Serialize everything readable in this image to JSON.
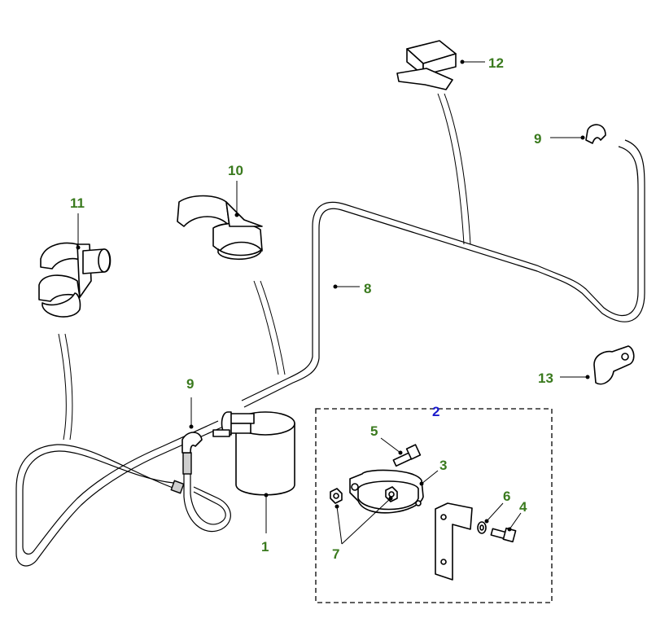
{
  "colors": {
    "label_green": "#3a7a1e",
    "label_blue": "#1a1acc",
    "line": "#000000"
  },
  "callouts": [
    {
      "id": "c1",
      "text": "1"
    },
    {
      "id": "c2",
      "text": "2"
    },
    {
      "id": "c3",
      "text": "3"
    },
    {
      "id": "c4",
      "text": "4"
    },
    {
      "id": "c5",
      "text": "5"
    },
    {
      "id": "c6",
      "text": "6"
    },
    {
      "id": "c7",
      "text": "7"
    },
    {
      "id": "c8",
      "text": "8"
    },
    {
      "id": "c9a",
      "text": "9"
    },
    {
      "id": "c9b",
      "text": "9"
    },
    {
      "id": "c10",
      "text": "10"
    },
    {
      "id": "c11",
      "text": "11"
    },
    {
      "id": "c12",
      "text": "12"
    },
    {
      "id": "c13",
      "text": "13"
    }
  ]
}
